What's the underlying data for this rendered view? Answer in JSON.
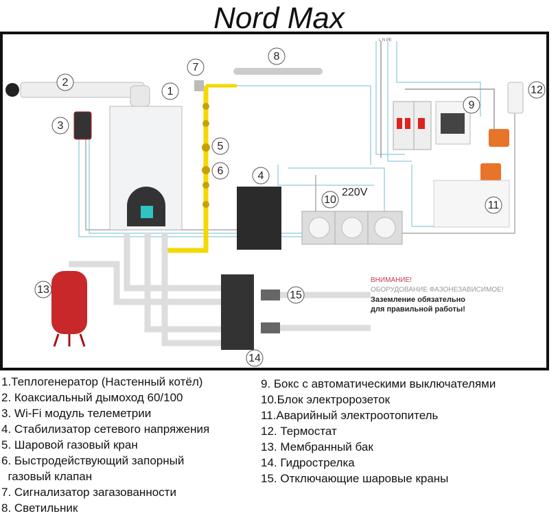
{
  "title": "Nord Max",
  "diagram": {
    "callouts": [
      "1",
      "2",
      "3",
      "4",
      "5",
      "6",
      "7",
      "8",
      "9",
      "10",
      "11",
      "12",
      "13",
      "14",
      "15"
    ],
    "voltage_label": "220V",
    "wire_labels": "L N PE",
    "warning": {
      "line1": "ВНИМАНИЕ!",
      "line2": "ОБОРУДОВАНИЕ ФАЗОНЕЗАВИСИМОЕ!",
      "line3": "Заземление обязательно",
      "line4": "для правильной работы!"
    },
    "colors": {
      "gas_pipe": "#f5d800",
      "water_pipe": "#e4e4e4",
      "tank": "#c8282a",
      "warning_red": "#c0394a",
      "wire_blue": "#9fd4e4"
    }
  },
  "legend": {
    "left": [
      "1.Теплогенератор (Настенный котёл)",
      "2. Коаксиальный дымоход 60/100",
      "3. Wi-Fi модуль телеметрии",
      "4. Стабилизатор сетевого напряжения",
      "5. Шаровой газовый кран",
      "6. Быстродействующий запорный",
      "  газовый клапан",
      "7. Сигнализатор загазованности",
      "8. Светильник"
    ],
    "right": [
      "9. Бокс с автоматическими выключателями",
      "10.Блок электророзеток",
      "11.Аварийный электроотопитель",
      "12. Термостат",
      "13. Мембранный бак",
      "14. Гидрострелка",
      "15. Отключающие шаровые краны"
    ]
  }
}
